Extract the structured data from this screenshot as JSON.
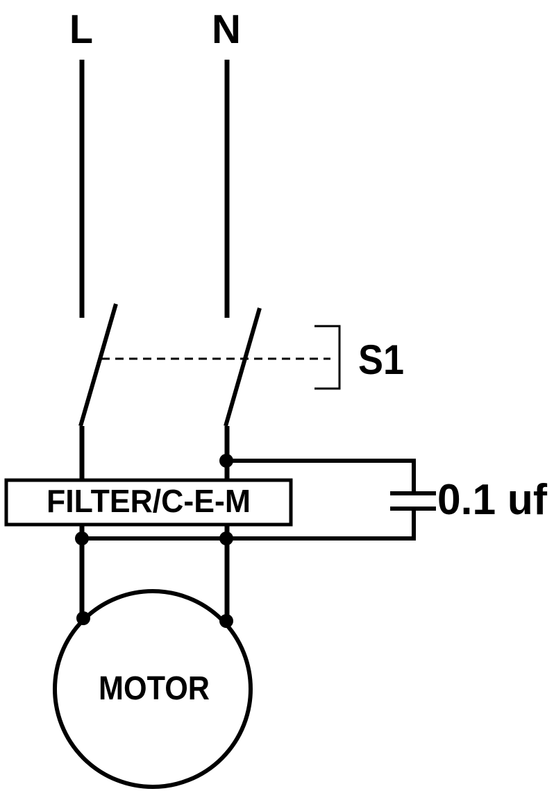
{
  "diagram": {
    "labels": {
      "line": "L",
      "neutral": "N",
      "switch": "S1",
      "filter": "FILTER/C-E-M",
      "capacitor": "0.1 uf",
      "motor": "MOTOR"
    },
    "colors": {
      "ink": "#000000",
      "background": "#ffffff"
    }
  }
}
